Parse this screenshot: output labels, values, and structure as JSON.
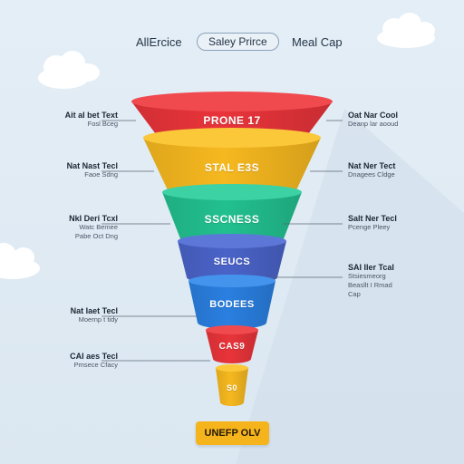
{
  "header": {
    "left": "AllErcice",
    "middle": "Saley Prirce",
    "right": "Meal Cap"
  },
  "stages": [
    {
      "label": "PRONE 17",
      "color": "#e8343a",
      "top_color": "#f04a4f"
    },
    {
      "label": "STAL E3S",
      "color": "#f6b81f",
      "top_color": "#fbc83a"
    },
    {
      "label": "SSCNESS",
      "color": "#22c08f",
      "top_color": "#3dd2a3"
    },
    {
      "label": "SEUCS",
      "color": "#4a63c8",
      "top_color": "#5d77d9"
    },
    {
      "label": "BODEES",
      "color": "#2a7fe0",
      "top_color": "#4494ee"
    },
    {
      "label": "CAS9",
      "color": "#e8343a",
      "top_color": "#f04a4f"
    },
    {
      "label": "S0",
      "color": "#f6b81f",
      "top_color": "#fbc83a"
    }
  ],
  "annotations": {
    "left": [
      {
        "title": "Ait aI bet Text",
        "sub": [
          "Fosl Bceg"
        ]
      },
      {
        "title": "Nat Nast Tecl",
        "sub": [
          "Faoe Sdng"
        ]
      },
      {
        "title": "NkI Deri Tcxl",
        "sub": [
          "Watc Bemee",
          "Pabe Oct Dng"
        ]
      },
      {
        "title": "Nat Iaet Tecl",
        "sub": [
          "Moernp t tidy"
        ]
      },
      {
        "title": "CAI aes Tecl",
        "sub": [
          "Pmsece Cfacy"
        ]
      }
    ],
    "right": [
      {
        "title": "Oat Nar Cool",
        "sub": [
          "Deanp lar aooud"
        ]
      },
      {
        "title": "Nat Ner Tect",
        "sub": [
          "Dnagees Cldge"
        ]
      },
      {
        "title": "Salt Ner Tecl",
        "sub": [
          "Pcenge Pleey"
        ]
      },
      {
        "title": "SAI Iler Tcal",
        "sub": [
          "Stsiesmeorg",
          "Beasllt I Rmad",
          "Cap"
        ]
      }
    ]
  },
  "cta": {
    "label": "UNEFP OLV"
  }
}
